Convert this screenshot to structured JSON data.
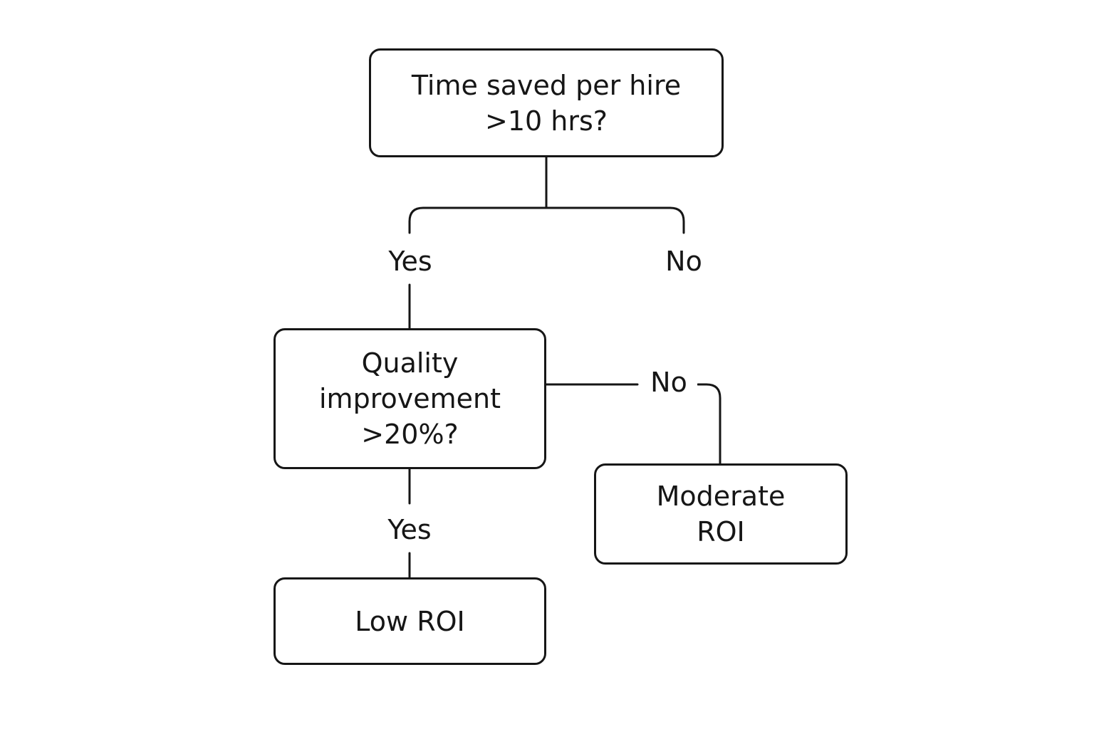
{
  "nodes": {
    "time_question": {
      "lines": [
        "Time saved per hire",
        ">10 hrs?"
      ]
    },
    "quality_question": {
      "lines": [
        "Quality",
        "improvement",
        ">20%?"
      ]
    },
    "moderate_roi": {
      "lines": [
        "Moderate",
        "ROI"
      ]
    },
    "low_roi": {
      "lines": [
        "Low ROI"
      ]
    }
  },
  "edges": {
    "time_yes": "Yes",
    "time_no": "No",
    "quality_no": "No",
    "quality_yes": "Yes"
  }
}
